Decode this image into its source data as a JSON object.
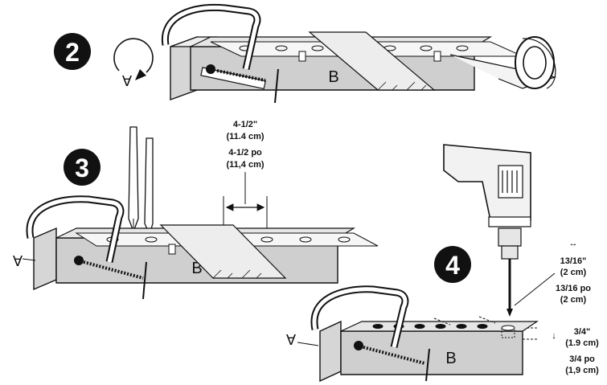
{
  "steps": [
    {
      "number": "2",
      "label_a": "A",
      "label_b": "B"
    },
    {
      "number": "3",
      "label_a": "A",
      "label_b": "B",
      "spacing_in": "4-1/2\"",
      "spacing_cm": "(11.4 cm)",
      "spacing_in_fr": "4-1/2 po",
      "spacing_cm_fr": "(11,4 cm)"
    },
    {
      "number": "4",
      "label_a": "A",
      "label_b": "B",
      "drill_in": "13/16\"",
      "drill_cm": "(2 cm)",
      "drill_in_fr": "13/16 po",
      "drill_cm_fr": "(2 cm)",
      "depth_in": "3/4\"",
      "depth_cm": "(1.9 cm)",
      "depth_in_fr": "3/4 po",
      "depth_cm_fr": "(1,9 cm)"
    }
  ],
  "icons": {
    "width_symbol": "↔",
    "depth_symbol": "↓"
  }
}
